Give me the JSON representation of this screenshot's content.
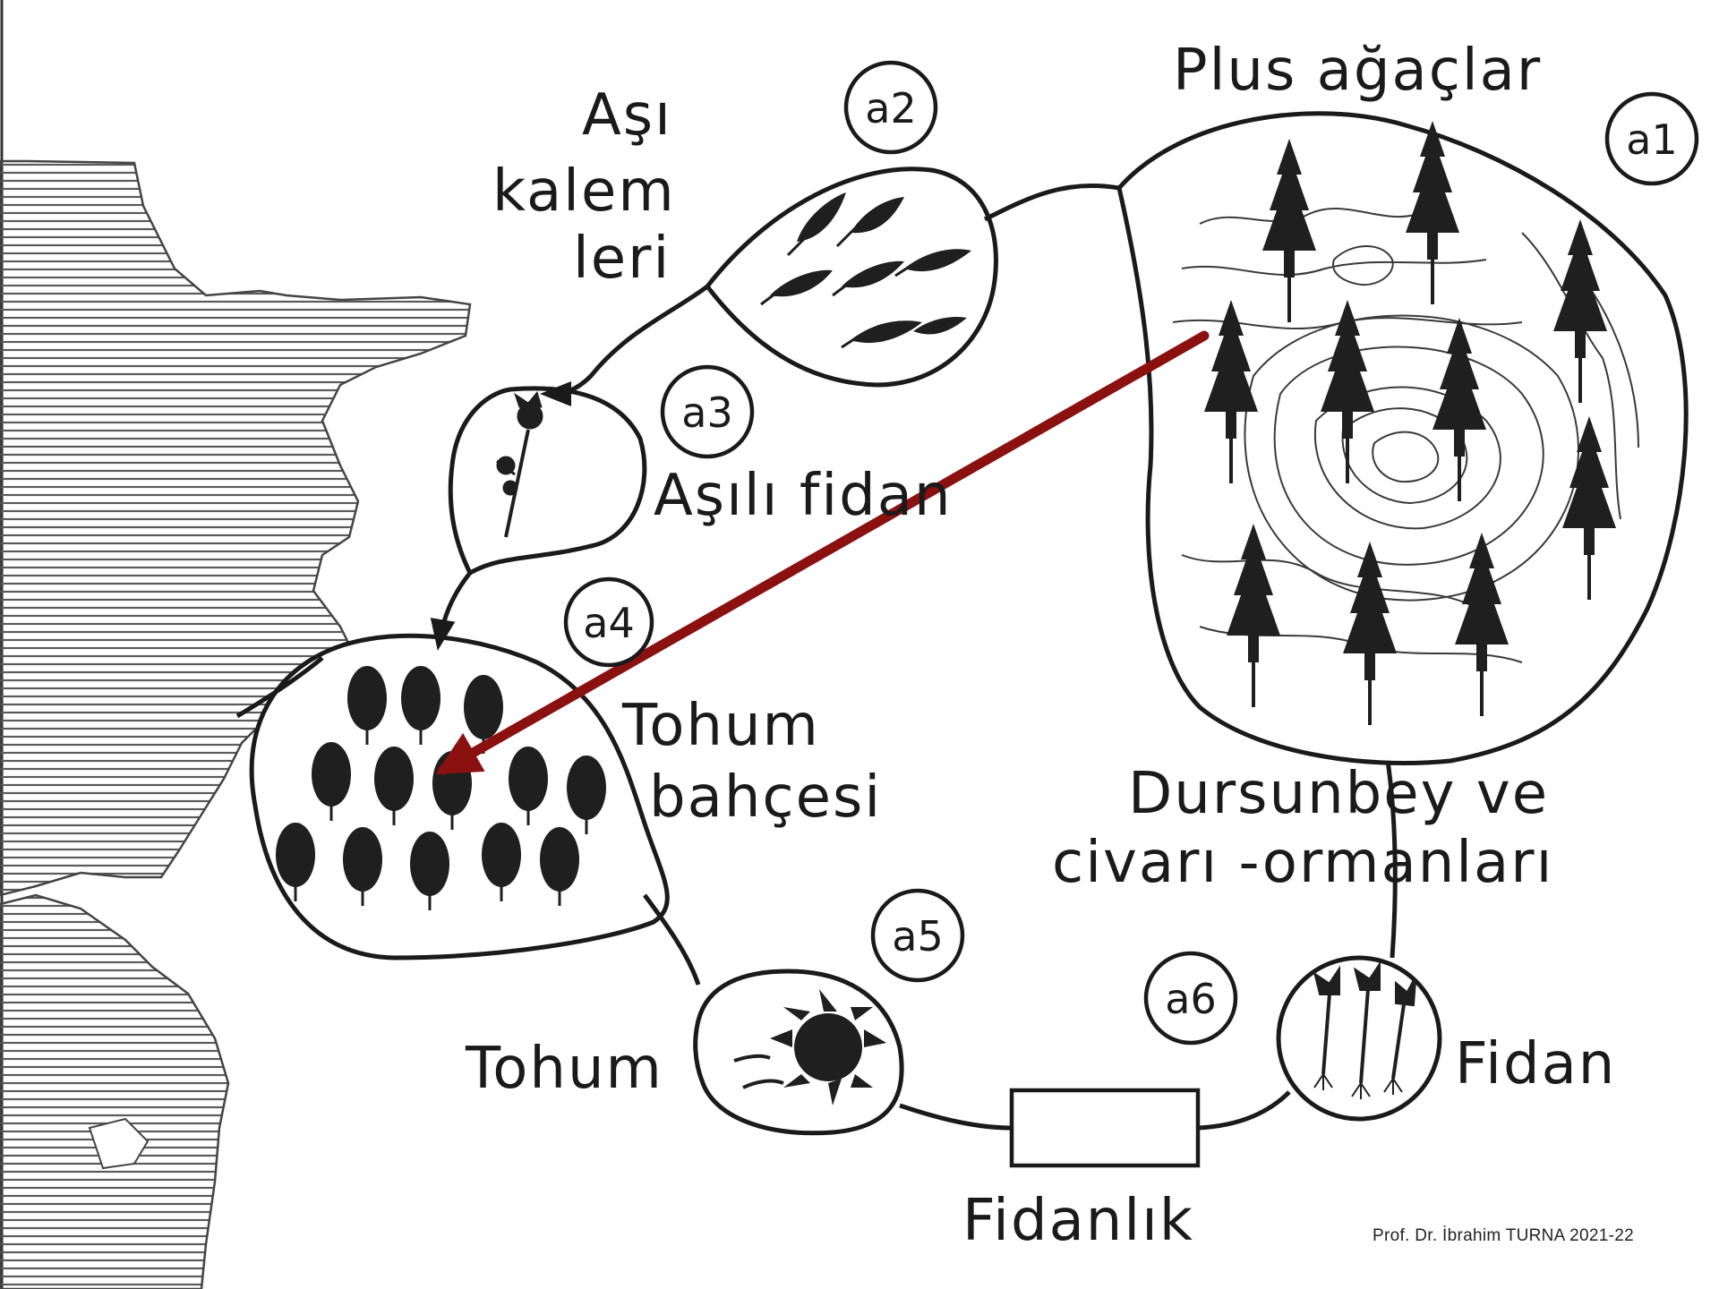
{
  "labels": {
    "plus_trees": "Plus ağaçlar",
    "scions_line1": "Aşı",
    "scions_line2": "kalem",
    "scions_line3": "leri",
    "grafted_seedling": "Aşılı fidan",
    "seed_orchard_line1": "Tohum",
    "seed_orchard_line2": "bahçesi",
    "forests_line1": "Dursunbey ve",
    "forests_line2": "civarı -ormanları",
    "seed": "Tohum",
    "nursery": "Fidanlık",
    "seedling": "Fidan"
  },
  "badges": {
    "a1": "a1",
    "a2": "a2",
    "a3": "a3",
    "a4": "a4",
    "a5": "a5",
    "a6": "a6"
  },
  "footer": "Prof. Dr. İbrahim TURNA   2021-22",
  "colors": {
    "ink": "#1a1a1a",
    "arrow": "#8b1010",
    "hatch": "#5a5a5a"
  }
}
